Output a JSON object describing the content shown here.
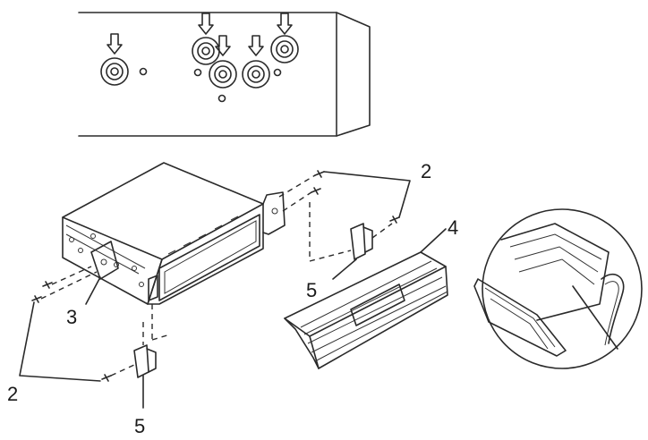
{
  "labels": {
    "screws_upper": "2",
    "screws_lower": "2",
    "bracket_side": "3",
    "trim_frame": "4",
    "clip_upper": "5",
    "clip_lower": "5"
  },
  "colors": {
    "line": "#2a2a2a",
    "background": "#ffffff"
  }
}
